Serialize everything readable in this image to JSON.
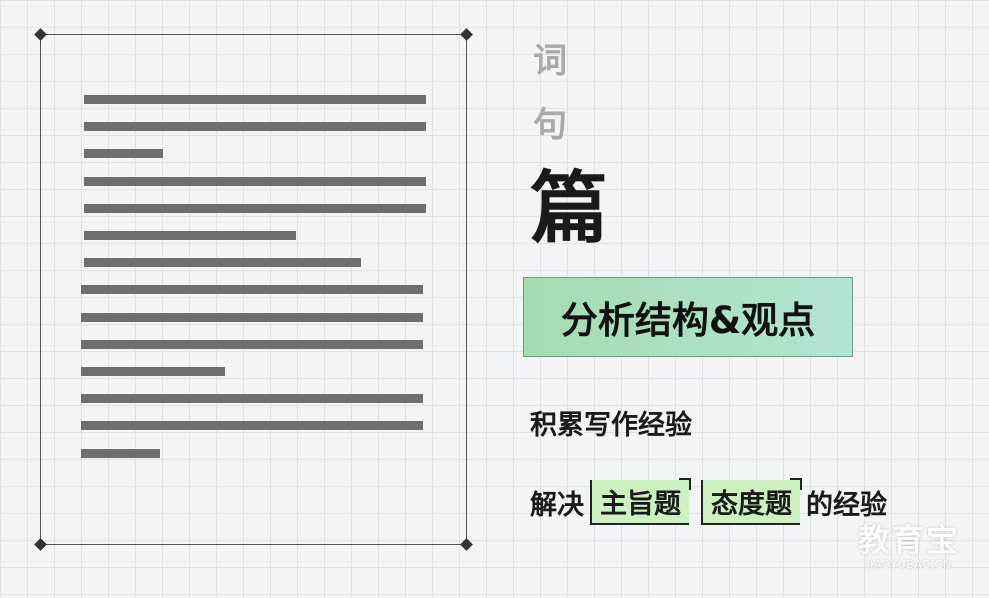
{
  "document_illustration": {
    "text_lines": [
      {
        "pct": 1.0
      },
      {
        "pct": 1.0
      },
      {
        "pct": 0.23
      },
      {
        "pct": 1.0
      },
      {
        "pct": 1.0
      },
      {
        "pct": 0.62
      },
      {
        "pct": 0.81
      },
      {
        "pct": 1.0
      },
      {
        "pct": 1.0
      },
      {
        "pct": 1.0
      },
      {
        "pct": 0.42
      },
      {
        "pct": 1.0
      },
      {
        "pct": 1.0
      },
      {
        "pct": 0.23
      }
    ]
  },
  "levels": {
    "word": "词",
    "sentence": "句",
    "passage": "篇"
  },
  "highlight_label": "分析结构&观点",
  "point1": "积累写作经验",
  "point2": {
    "prefix": "解决",
    "tag1": "主旨题",
    "tag2": "态度题",
    "suffix": "的经验"
  },
  "watermark": {
    "main": "教育宝",
    "sub": "JIAOYUBAO.CN"
  }
}
